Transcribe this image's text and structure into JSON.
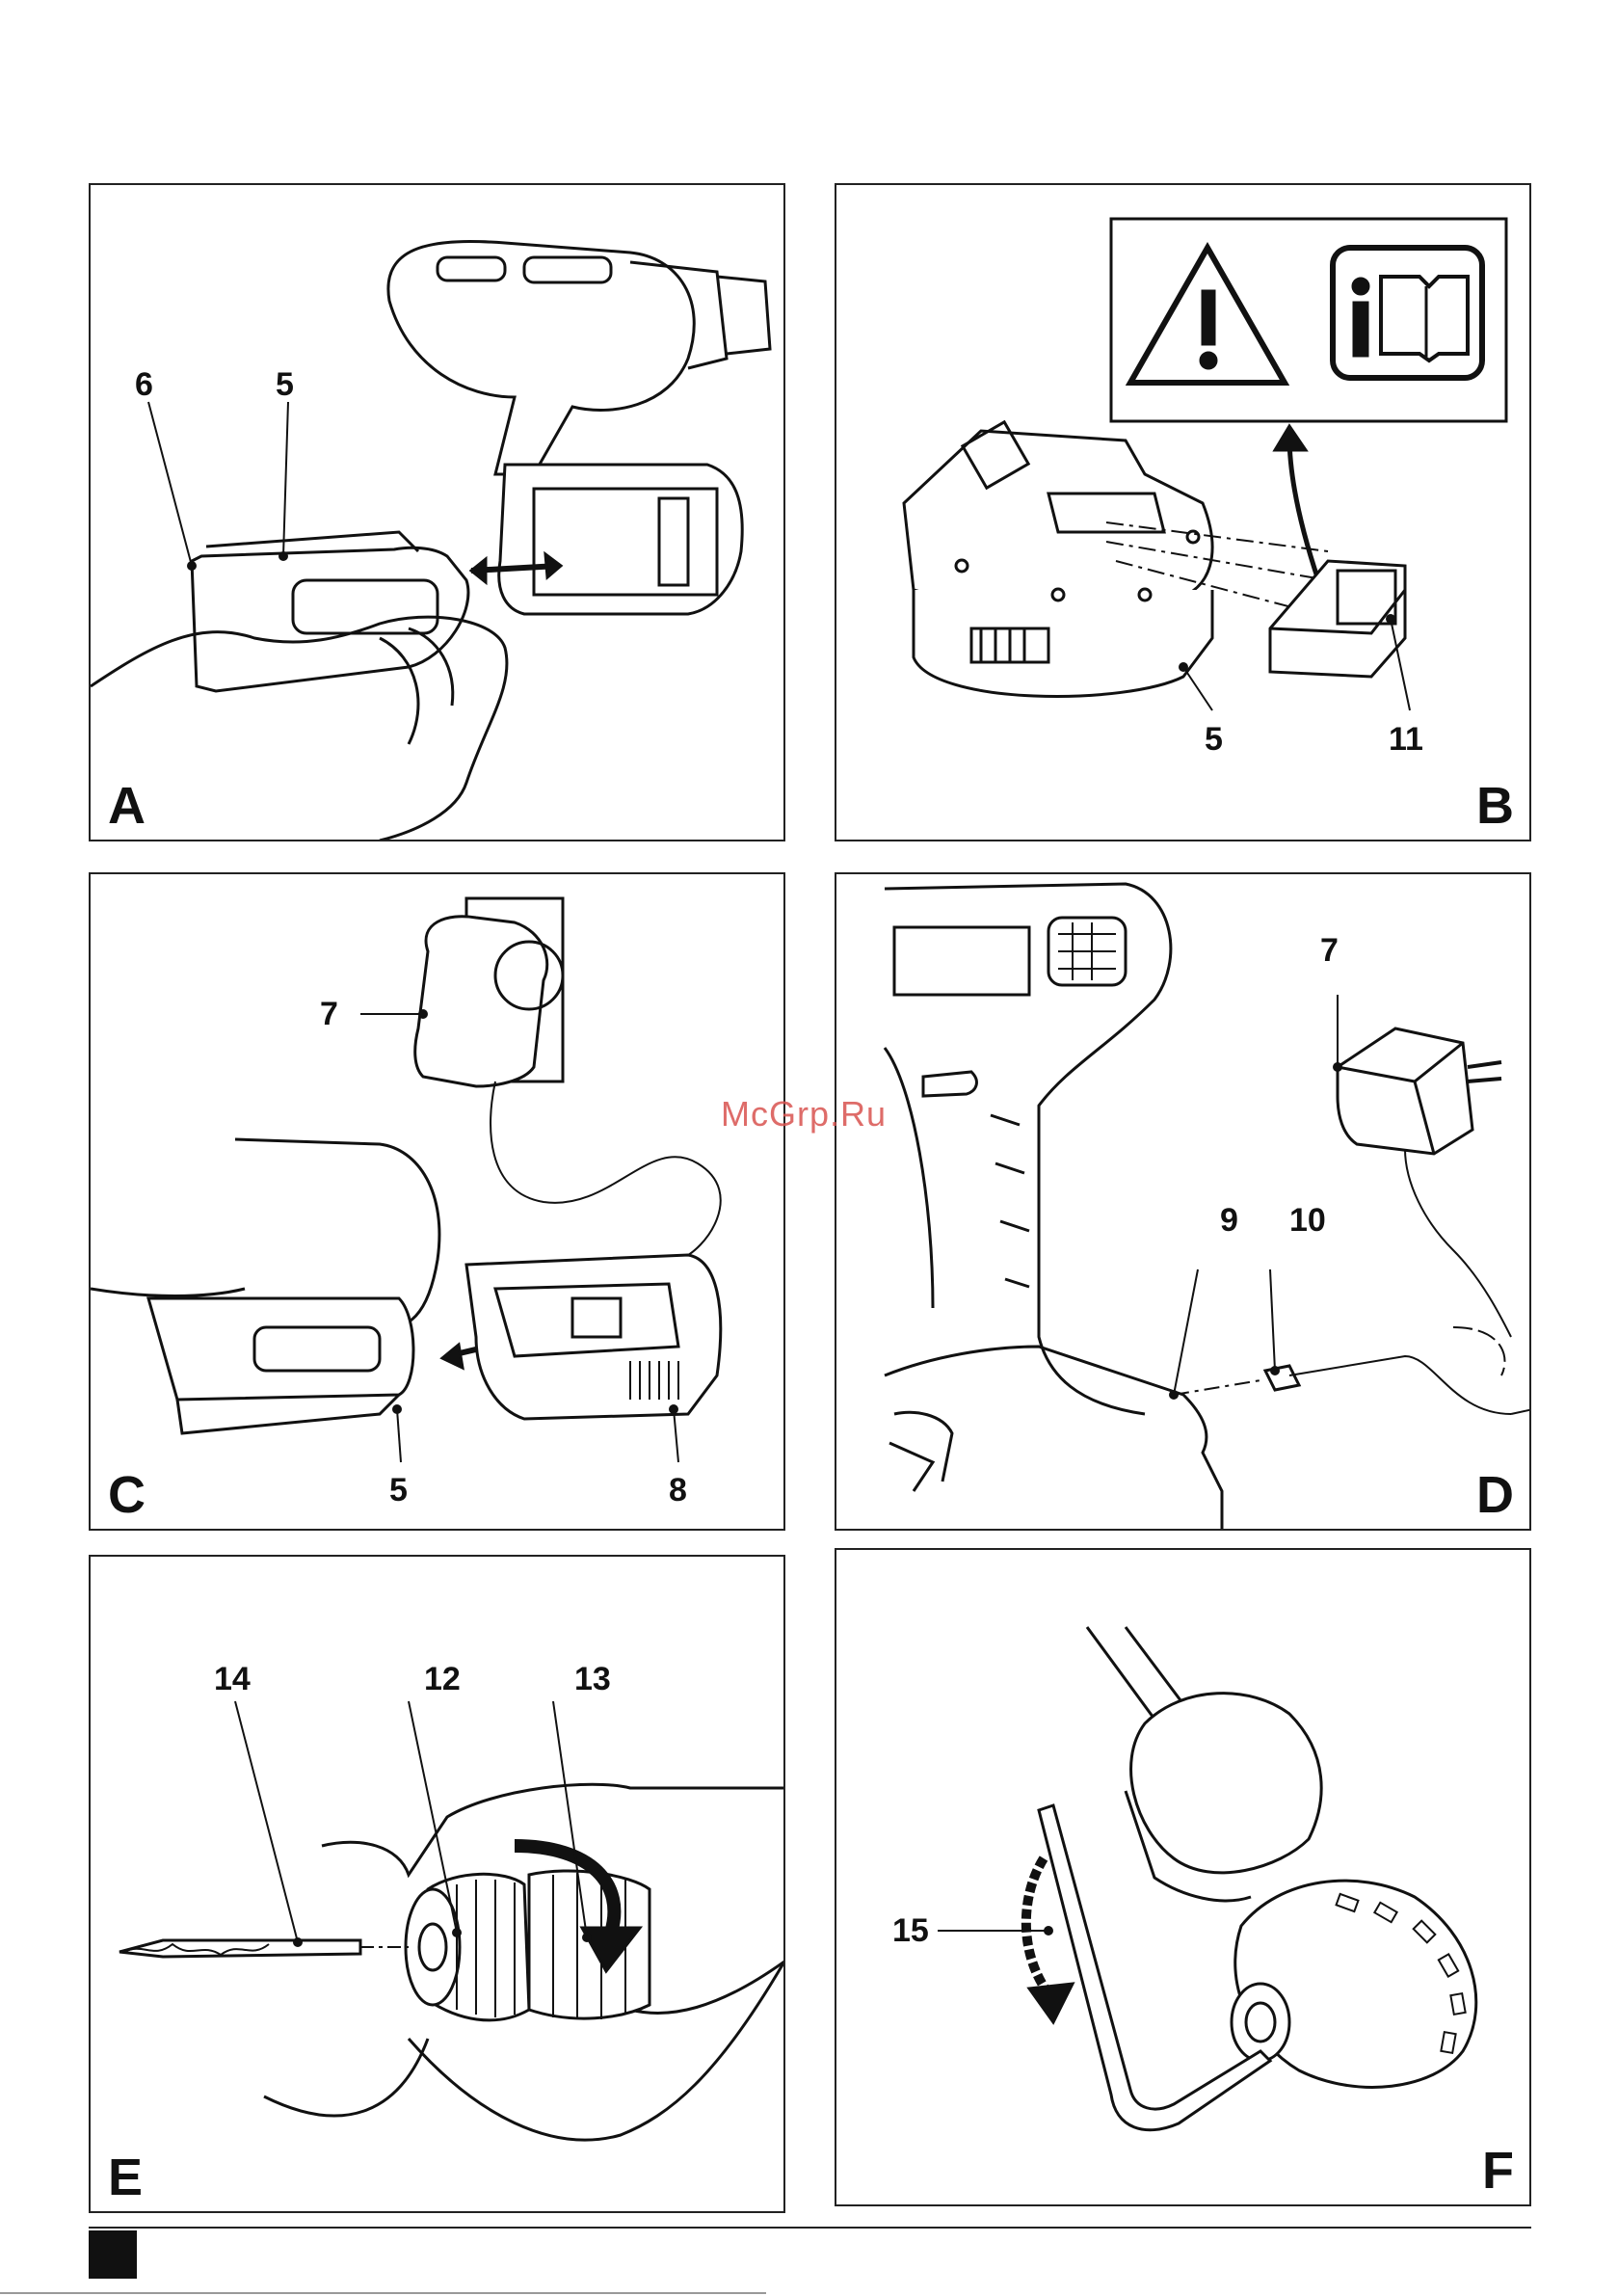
{
  "watermark": "McGrp.Ru",
  "panels": {
    "A": {
      "letter": "A",
      "callouts": [
        "6",
        "5"
      ]
    },
    "B": {
      "letter": "B",
      "callouts": [
        "5",
        "11"
      ]
    },
    "C": {
      "letter": "C",
      "callouts": [
        "7",
        "5",
        "8"
      ]
    },
    "D": {
      "letter": "D",
      "callouts": [
        "7",
        "9",
        "10"
      ]
    },
    "E": {
      "letter": "E",
      "callouts": [
        "14",
        "12",
        "13"
      ]
    },
    "F": {
      "letter": "F",
      "callouts": [
        "15"
      ]
    }
  },
  "icons": {
    "warning": "warning-triangle-icon",
    "manual": "read-manual-icon"
  }
}
